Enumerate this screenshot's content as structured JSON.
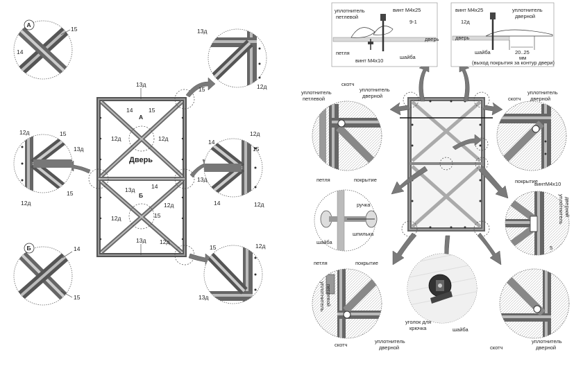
{
  "left_diagram": {
    "door_label": "Дверь",
    "callout_a": "А",
    "callout_b": "Б",
    "part_12d": "12д",
    "part_13d": "13д",
    "part_14": "14",
    "part_15": "15"
  },
  "right_diagram": {
    "top_left_detail": {
      "seal_hinge_line1": "уплотнитель",
      "seal_hinge_line2": "петлевой",
      "screw_m4x25": "винт М4х25",
      "part_91": "9-1",
      "door": "дверь",
      "hinge": "петля",
      "screw_m4x10": "винт М4х10",
      "washer": "шайба"
    },
    "top_right_detail": {
      "screw_m4x25": "винт М4х25",
      "seal_door_line1": "уплотнитель",
      "seal_door_line2": "дверной",
      "part_12d": "12д",
      "door": "дверь",
      "washer": "шайба",
      "dim_range": "20..25",
      "dim_unit": "мм",
      "dim_note": "(выход покрытия за контур двери)"
    },
    "labels": {
      "seal_hinge_line1": "уплотнитель",
      "seal_hinge_line2": "петлевой",
      "tape": "скотч",
      "seal_door_line1": "уплотнитель",
      "seal_door_line2": "дверной",
      "hinge": "петля",
      "cover": "покрытие",
      "screw_m4x10": "винтМ4х10",
      "part_5": "5",
      "handle": "ручка",
      "washer": "шайба",
      "stud": "шпилька",
      "hook_corner_line1": "уголок для",
      "hook_corner_line2": "крючка"
    }
  }
}
